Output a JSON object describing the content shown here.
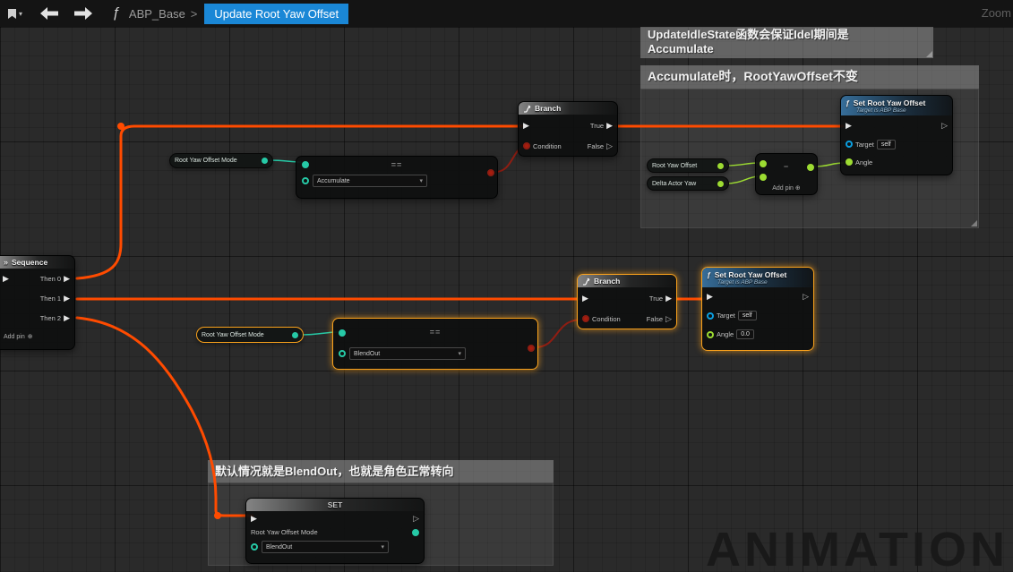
{
  "toolbar": {
    "breadcrumb_root": "ABP_Base",
    "separator": ">",
    "breadcrumb_current": "Update Root Yaw Offset",
    "zoom": "Zoom"
  },
  "icons": {
    "exec_in": "▶",
    "exec_out": "▷",
    "add_pin": "⊕",
    "dropdown_caret": "▾",
    "function_f": "ƒ",
    "sequence_chevrons": "»",
    "toolbar_caret": "▾"
  },
  "comments": {
    "idle_line1": "UpdateIdleState函数会保证Idel期间是",
    "idle_line2": "Accumulate",
    "accumulate_title": "Accumulate时，RootYawOffset不变",
    "blendout_title": "默认情况就是BlendOut，也就是角色正常转向"
  },
  "branch": {
    "title": "Branch",
    "true_label": "True",
    "false_label": "False",
    "condition_label": "Condition"
  },
  "sequence": {
    "title": "Sequence",
    "then0": "Then 0",
    "then1": "Then 1",
    "then2": "Then 2",
    "add_pin_label": "Add pin"
  },
  "getters": {
    "mode": "Root Yaw Offset Mode",
    "root_yaw_offset": "Root Yaw Offset",
    "delta_actor_yaw": "Delta Actor Yaw"
  },
  "equals": {
    "op": "==",
    "value_accumulate": "Accumulate",
    "value_blendout": "BlendOut"
  },
  "subtract": {
    "op": "−",
    "add_pin_label": "Add pin"
  },
  "set_root_yaw_offset": {
    "title": "Set Root Yaw Offset",
    "subtitle": "Target is ABP Base",
    "target_label": "Target",
    "target_value": "self",
    "angle_label": "Angle",
    "angle_value": "0.0"
  },
  "set_variable": {
    "title": "SET",
    "variable": "Root Yaw Offset Mode",
    "value": "BlendOut"
  },
  "watermark": "ANIMATION",
  "colors": {
    "exec_wire": "#ff4b00",
    "bool_wire": "#8f1d12",
    "enum_pin": "#26c9a6",
    "float_pin": "#9ddc32",
    "object_pin": "#0b9fe0",
    "selection": "#f9a11c",
    "breadcrumb_highlight": "#1a87d6"
  }
}
